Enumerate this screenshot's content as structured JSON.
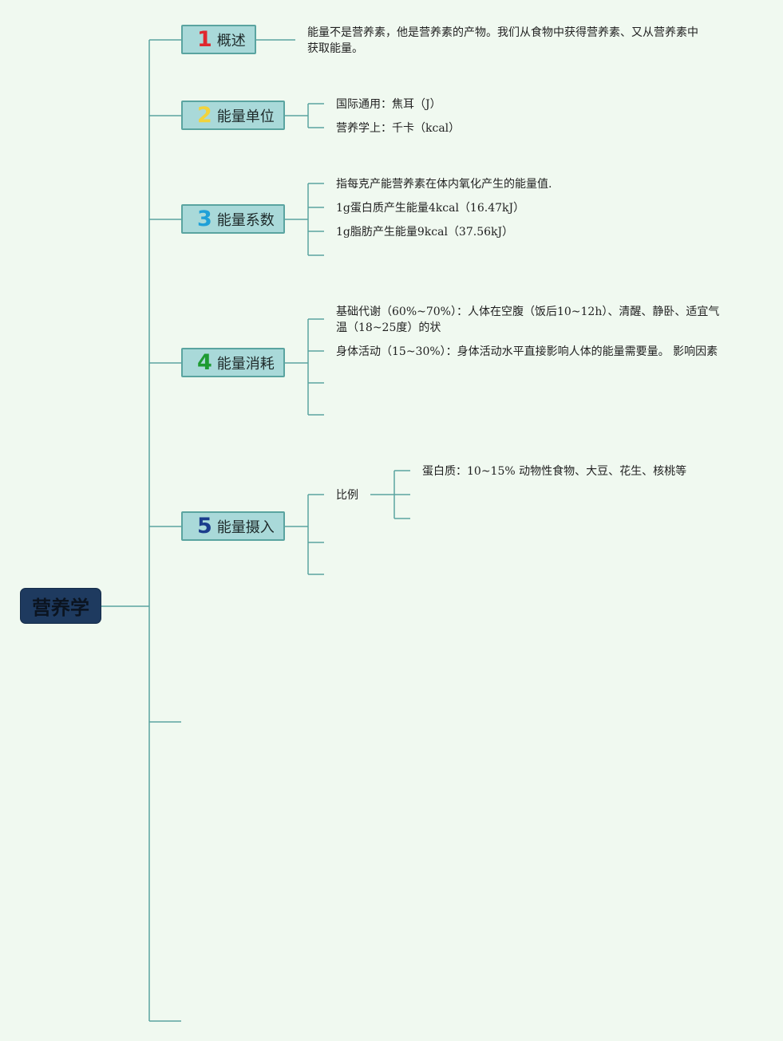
{
  "root": {
    "label": "营养学"
  },
  "colors": {
    "root_bg": "#1e3a5f",
    "node_bg": "#a9d9d9",
    "node_border": "#5aa4a0",
    "line": "#5aa4a0",
    "num1": "#e0272e",
    "num2": "#f2d33b",
    "num3": "#1fa0d8",
    "num4": "#1e9b32",
    "num5": "#1b3c8c"
  },
  "topics": [
    {
      "num": "1",
      "label": "概述"
    },
    {
      "num": "2",
      "label": "能量单位"
    },
    {
      "num": "3",
      "label": "能量系数"
    },
    {
      "num": "4",
      "label": "能量消耗"
    },
    {
      "num": "5",
      "label": "能量摄入"
    }
  ],
  "details": {
    "overview": "能量不是营养素，他是营养素的产物。我们从食物中获得营养素、又从营养素中获取能量。",
    "units": [
      "国际通用：焦耳（J）",
      "营养学上：千卡（kcal）"
    ],
    "coefficient": [
      "指每克产能营养素在体内氧化产生的能量值.",
      "1g蛋白质产生能量4kcal（16.47kJ）",
      "1g脂肪产生能量9kcal（37.56kJ）"
    ],
    "consumption": [
      "基础代谢（60%~70%）：人体在空腹（饭后10~12h）、清醒、静卧、适宜气温（18~25度）的状",
      "身体活动（15~30%）：身体活动水平直接影响人体的能量需要量。 影响因素"
    ],
    "intake": {
      "ratio": "比例",
      "protein": "蛋白质：10~15% 动物性食物、大豆、花生、核桃等"
    }
  }
}
